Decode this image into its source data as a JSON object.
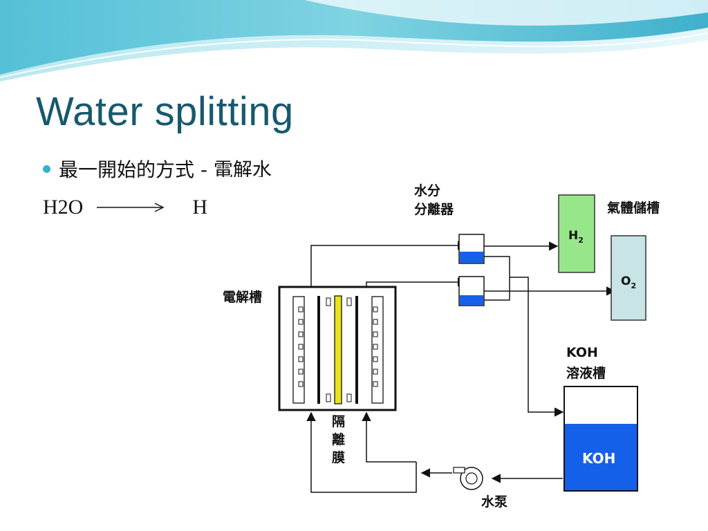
{
  "slide": {
    "title": "Water splitting",
    "bullet": "最一開始的方式 - 電解水",
    "equation": {
      "left": "H2O",
      "right": "H"
    }
  },
  "diagram": {
    "separator_line1": "水分",
    "separator_line2": "分離器",
    "gas_storage": "氣體儲槽",
    "h2": "H",
    "h2_sub": "2",
    "o2": "O",
    "o2_sub": "2",
    "electrolyzer": "電解槽",
    "membrane_chars": [
      "隔",
      "離",
      "膜"
    ],
    "koh_tank_line1": "KOH",
    "koh_tank_line2": "溶液槽",
    "koh": "KOH",
    "pump": "水泵"
  },
  "colors": {
    "title": "#17596e",
    "bullet": "#2eb3c9",
    "h2_tank": "#98e68a",
    "o2_tank": "#c8e4e4",
    "koh_fill": "#1560e8",
    "separator_water": "#1560e8",
    "membrane": "#e8e21a"
  }
}
